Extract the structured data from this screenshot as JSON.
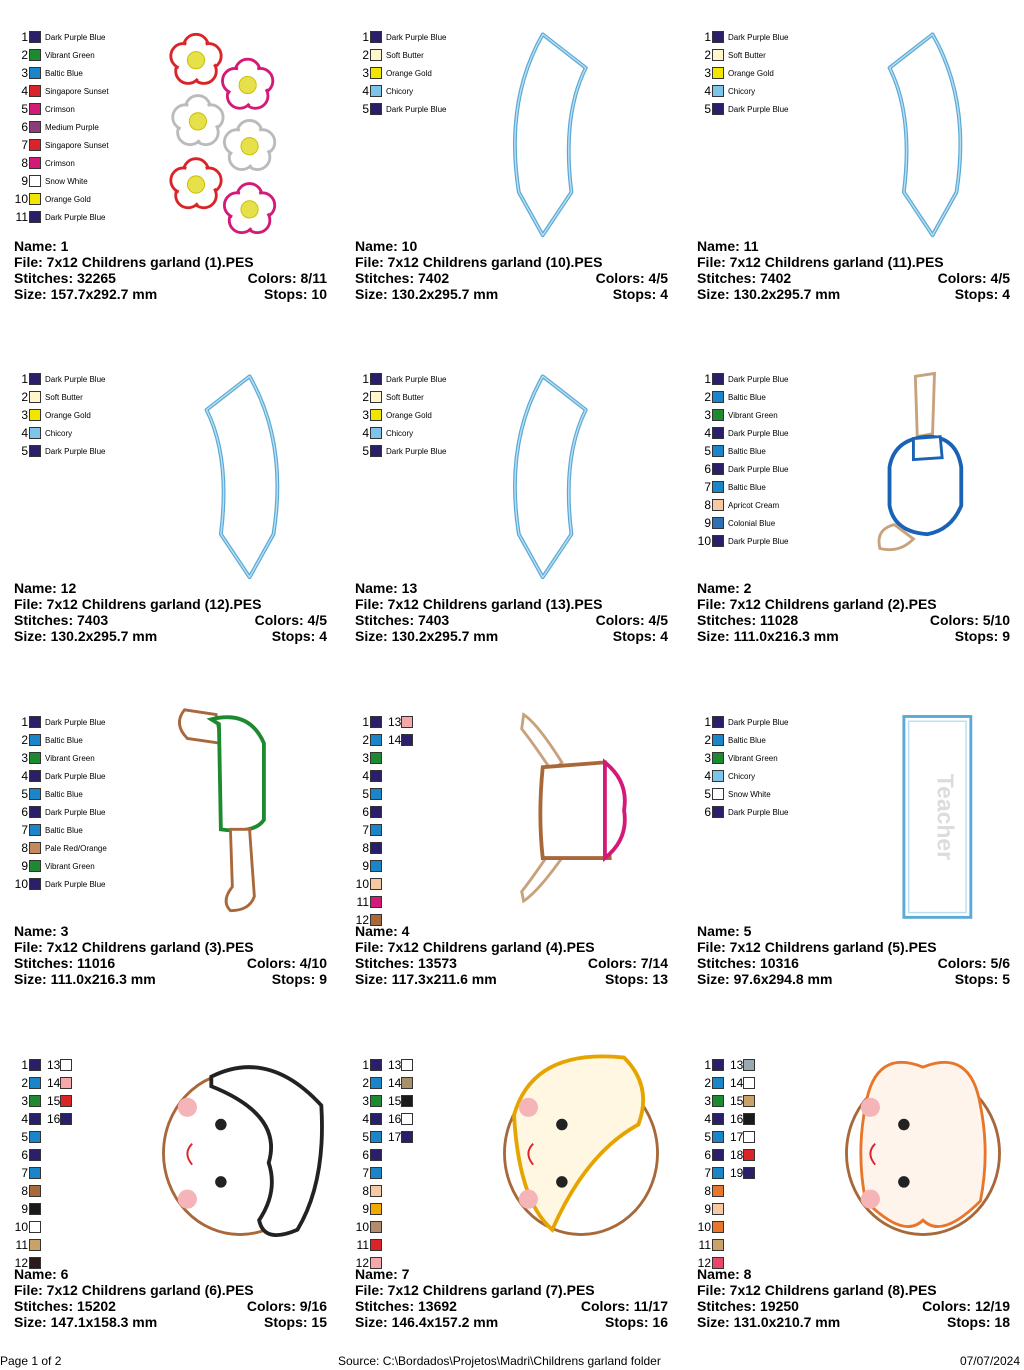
{
  "designs": [
    {
      "name": "1",
      "file": "7x12 Childrens garland (1).PES",
      "stitches": "32265",
      "colors": "8/11",
      "size": "157.7x292.7 mm",
      "stops": "10",
      "art": "flowers",
      "palette": [
        {
          "n": "1",
          "name": "Dark Purple Blue",
          "color": "#2a1f6b"
        },
        {
          "n": "2",
          "name": "Vibrant Green",
          "color": "#1e8a2f"
        },
        {
          "n": "3",
          "name": "Baltic Blue",
          "color": "#1a86c9"
        },
        {
          "n": "4",
          "name": "Singapore Sunset",
          "color": "#d9252a"
        },
        {
          "n": "5",
          "name": "Crimson",
          "color": "#d41a78"
        },
        {
          "n": "6",
          "name": "Medium Purple",
          "color": "#8b3d7a"
        },
        {
          "n": "7",
          "name": "Singapore Sunset",
          "color": "#d9252a"
        },
        {
          "n": "8",
          "name": "Crimson",
          "color": "#d41a78"
        },
        {
          "n": "9",
          "name": "Snow White",
          "color": "#ffffff"
        },
        {
          "n": "10",
          "name": "Orange Gold",
          "color": "#f2e600"
        },
        {
          "n": "11",
          "name": "Dark Purple Blue",
          "color": "#2a1f6b"
        }
      ]
    },
    {
      "name": "10",
      "file": "7x12 Childrens garland (10).PES",
      "stitches": "7402",
      "colors": "4/5",
      "size": "130.2x295.7 mm",
      "stops": "4",
      "art": "arc-left",
      "palette": [
        {
          "n": "1",
          "name": "Dark Purple Blue",
          "color": "#2a1f6b"
        },
        {
          "n": "2",
          "name": "Soft Butter",
          "color": "#fff6cc"
        },
        {
          "n": "3",
          "name": "Orange Gold",
          "color": "#f2e600"
        },
        {
          "n": "4",
          "name": "Chicory",
          "color": "#7cc4ea"
        },
        {
          "n": "5",
          "name": "Dark Purple Blue",
          "color": "#2a1f6b"
        }
      ]
    },
    {
      "name": "11",
      "file": "7x12 Childrens garland (11).PES",
      "stitches": "7402",
      "colors": "4/5",
      "size": "130.2x295.7 mm",
      "stops": "4",
      "art": "arc-right",
      "palette": [
        {
          "n": "1",
          "name": "Dark Purple Blue",
          "color": "#2a1f6b"
        },
        {
          "n": "2",
          "name": "Soft Butter",
          "color": "#fff6cc"
        },
        {
          "n": "3",
          "name": "Orange Gold",
          "color": "#f2e600"
        },
        {
          "n": "4",
          "name": "Chicory",
          "color": "#7cc4ea"
        },
        {
          "n": "5",
          "name": "Dark Purple Blue",
          "color": "#2a1f6b"
        }
      ]
    },
    {
      "name": "12",
      "file": "7x12 Childrens garland (12).PES",
      "stitches": "7403",
      "colors": "4/5",
      "size": "130.2x295.7 mm",
      "stops": "4",
      "art": "arc-right",
      "palette": [
        {
          "n": "1",
          "name": "Dark Purple Blue",
          "color": "#2a1f6b"
        },
        {
          "n": "2",
          "name": "Soft Butter",
          "color": "#fff6cc"
        },
        {
          "n": "3",
          "name": "Orange Gold",
          "color": "#f2e600"
        },
        {
          "n": "4",
          "name": "Chicory",
          "color": "#7cc4ea"
        },
        {
          "n": "5",
          "name": "Dark Purple Blue",
          "color": "#2a1f6b"
        }
      ]
    },
    {
      "name": "13",
      "file": "7x12 Childrens garland (13).PES",
      "stitches": "7403",
      "colors": "4/5",
      "size": "130.2x295.7 mm",
      "stops": "4",
      "art": "arc-left",
      "palette": [
        {
          "n": "1",
          "name": "Dark Purple Blue",
          "color": "#2a1f6b"
        },
        {
          "n": "2",
          "name": "Soft Butter",
          "color": "#fff6cc"
        },
        {
          "n": "3",
          "name": "Orange Gold",
          "color": "#f2e600"
        },
        {
          "n": "4",
          "name": "Chicory",
          "color": "#7cc4ea"
        },
        {
          "n": "5",
          "name": "Dark Purple Blue",
          "color": "#2a1f6b"
        }
      ]
    },
    {
      "name": "2",
      "file": "7x12 Childrens garland (2).PES",
      "stitches": "11028",
      "colors": "5/10",
      "size": "111.0x216.3 mm",
      "stops": "9",
      "art": "body-blue",
      "palette": [
        {
          "n": "1",
          "name": "Dark Purple Blue",
          "color": "#2a1f6b"
        },
        {
          "n": "2",
          "name": "Baltic Blue",
          "color": "#1a86c9"
        },
        {
          "n": "3",
          "name": "Vibrant Green",
          "color": "#1e8a2f"
        },
        {
          "n": "4",
          "name": "Dark Purple Blue",
          "color": "#2a1f6b"
        },
        {
          "n": "5",
          "name": "Baltic Blue",
          "color": "#1a86c9"
        },
        {
          "n": "6",
          "name": "Dark Purple Blue",
          "color": "#2a1f6b"
        },
        {
          "n": "7",
          "name": "Baltic Blue",
          "color": "#1a86c9"
        },
        {
          "n": "8",
          "name": "Apricot Cream",
          "color": "#f6c9a3"
        },
        {
          "n": "9",
          "name": "Colonial Blue",
          "color": "#2f6fb3"
        },
        {
          "n": "10",
          "name": "Dark Purple Blue",
          "color": "#2a1f6b"
        }
      ]
    },
    {
      "name": "3",
      "file": "7x12 Childrens garland (3).PES",
      "stitches": "11016",
      "colors": "4/10",
      "size": "111.0x216.3 mm",
      "stops": "9",
      "art": "body-green",
      "palette": [
        {
          "n": "1",
          "name": "Dark Purple Blue",
          "color": "#2a1f6b"
        },
        {
          "n": "2",
          "name": "Baltic Blue",
          "color": "#1a86c9"
        },
        {
          "n": "3",
          "name": "Vibrant Green",
          "color": "#1e8a2f"
        },
        {
          "n": "4",
          "name": "Dark Purple Blue",
          "color": "#2a1f6b"
        },
        {
          "n": "5",
          "name": "Baltic Blue",
          "color": "#1a86c9"
        },
        {
          "n": "6",
          "name": "Dark Purple Blue",
          "color": "#2a1f6b"
        },
        {
          "n": "7",
          "name": "Baltic Blue",
          "color": "#1a86c9"
        },
        {
          "n": "8",
          "name": "Pale Red/Orange",
          "color": "#c48a5c"
        },
        {
          "n": "9",
          "name": "Vibrant Green",
          "color": "#1e8a2f"
        },
        {
          "n": "10",
          "name": "Dark Purple Blue",
          "color": "#2a1f6b"
        }
      ]
    },
    {
      "name": "4",
      "file": "7x12 Childrens garland (4).PES",
      "stitches": "13573",
      "colors": "7/14",
      "size": "117.3x211.6 mm",
      "stops": "13",
      "art": "body-dress",
      "palette": [
        {
          "n": "1",
          "color": "#2a1f6b"
        },
        {
          "n": "2",
          "color": "#1a86c9"
        },
        {
          "n": "3",
          "color": "#1e8a2f"
        },
        {
          "n": "4",
          "color": "#2a1f6b"
        },
        {
          "n": "5",
          "color": "#1a86c9"
        },
        {
          "n": "6",
          "color": "#2a1f6b"
        },
        {
          "n": "7",
          "color": "#1a86c9"
        },
        {
          "n": "8",
          "color": "#2a1f6b"
        },
        {
          "n": "9",
          "color": "#1a86c9"
        },
        {
          "n": "10",
          "color": "#f6c9a3"
        },
        {
          "n": "11",
          "color": "#d41a78"
        },
        {
          "n": "12",
          "color": "#a8683a"
        }
      ],
      "palette2": [
        {
          "n": "13",
          "color": "#f4a8a8"
        },
        {
          "n": "14",
          "color": "#2a1f6b"
        }
      ]
    },
    {
      "name": "5",
      "file": "7x12 Childrens garland (5).PES",
      "stitches": "10316",
      "colors": "5/6",
      "size": "97.6x294.8 mm",
      "stops": "5",
      "art": "teacher",
      "teacher_text": "Teacher",
      "palette": [
        {
          "n": "1",
          "name": "Dark Purple Blue",
          "color": "#2a1f6b"
        },
        {
          "n": "2",
          "name": "Baltic Blue",
          "color": "#1a86c9"
        },
        {
          "n": "3",
          "name": "Vibrant Green",
          "color": "#1e8a2f"
        },
        {
          "n": "4",
          "name": "Chicory",
          "color": "#7cc4ea"
        },
        {
          "n": "5",
          "name": "Snow White",
          "color": "#ffffff"
        },
        {
          "n": "6",
          "name": "Dark Purple Blue",
          "color": "#2a1f6b"
        }
      ]
    },
    {
      "name": "6",
      "file": "7x12 Childrens garland (6).PES",
      "stitches": "15202",
      "colors": "9/16",
      "size": "147.1x158.3 mm",
      "stops": "15",
      "art": "face-curly",
      "palette": [
        {
          "n": "1",
          "color": "#2a1f6b"
        },
        {
          "n": "2",
          "color": "#1a86c9"
        },
        {
          "n": "3",
          "color": "#1e8a2f"
        },
        {
          "n": "4",
          "color": "#2a1f6b"
        },
        {
          "n": "5",
          "color": "#1a86c9"
        },
        {
          "n": "6",
          "color": "#2a1f6b"
        },
        {
          "n": "7",
          "color": "#1a86c9"
        },
        {
          "n": "8",
          "color": "#a8683a"
        },
        {
          "n": "9",
          "color": "#1a1a1a"
        },
        {
          "n": "10",
          "color": "#ffffff"
        },
        {
          "n": "11",
          "color": "#c9a26a"
        },
        {
          "n": "12",
          "color": "#2a1a1a"
        }
      ],
      "palette2": [
        {
          "n": "13",
          "color": "#ffffff"
        },
        {
          "n": "14",
          "color": "#f4a8a8"
        },
        {
          "n": "15",
          "color": "#d9252a"
        },
        {
          "n": "16",
          "color": "#2a1f6b"
        }
      ]
    },
    {
      "name": "7",
      "file": "7x12 Childrens garland (7).PES",
      "stitches": "13692",
      "colors": "11/17",
      "size": "146.4x157.2 mm",
      "stops": "16",
      "art": "face-blonde",
      "palette": [
        {
          "n": "1",
          "color": "#2a1f6b"
        },
        {
          "n": "2",
          "color": "#1a86c9"
        },
        {
          "n": "3",
          "color": "#1e8a2f"
        },
        {
          "n": "4",
          "color": "#2a1f6b"
        },
        {
          "n": "5",
          "color": "#1a86c9"
        },
        {
          "n": "6",
          "color": "#2a1f6b"
        },
        {
          "n": "7",
          "color": "#1a86c9"
        },
        {
          "n": "8",
          "color": "#f6c9a3"
        },
        {
          "n": "9",
          "color": "#f2a900"
        },
        {
          "n": "10",
          "color": "#b38b6d"
        },
        {
          "n": "11",
          "color": "#d9252a"
        },
        {
          "n": "12",
          "color": "#f4a8a8"
        }
      ],
      "palette2": [
        {
          "n": "13",
          "color": "#ffffff"
        },
        {
          "n": "14",
          "color": "#a8906a"
        },
        {
          "n": "15",
          "color": "#1a1a1a"
        },
        {
          "n": "16",
          "color": "#ffffff"
        },
        {
          "n": "17",
          "color": "#2a1f6b"
        }
      ]
    },
    {
      "name": "8",
      "file": "7x12 Childrens garland (8).PES",
      "stitches": "19250",
      "colors": "12/19",
      "size": "131.0x210.7 mm",
      "stops": "18",
      "art": "face-pigtails",
      "palette": [
        {
          "n": "1",
          "color": "#2a1f6b"
        },
        {
          "n": "2",
          "color": "#1a86c9"
        },
        {
          "n": "3",
          "color": "#1e8a2f"
        },
        {
          "n": "4",
          "color": "#2a1f6b"
        },
        {
          "n": "5",
          "color": "#1a86c9"
        },
        {
          "n": "6",
          "color": "#2a1f6b"
        },
        {
          "n": "7",
          "color": "#1a86c9"
        },
        {
          "n": "8",
          "color": "#e8762a"
        },
        {
          "n": "9",
          "color": "#f6c9a3"
        },
        {
          "n": "10",
          "color": "#e8762a"
        },
        {
          "n": "11",
          "color": "#c9a26a"
        },
        {
          "n": "12",
          "color": "#e8476a"
        }
      ],
      "palette2": [
        {
          "n": "13",
          "color": "#9aa8b0"
        },
        {
          "n": "14",
          "color": "#ffffff"
        },
        {
          "n": "15",
          "color": "#c9a26a"
        },
        {
          "n": "16",
          "color": "#1a1a1a"
        },
        {
          "n": "17",
          "color": "#ffffff"
        },
        {
          "n": "18",
          "color": "#d9252a"
        },
        {
          "n": "19",
          "color": "#2a1f6b"
        }
      ]
    }
  ],
  "labels": {
    "name": "Name:",
    "file": "File:",
    "stitches": "Stitches:",
    "colors": "Colors:",
    "size": "Size:",
    "stops": "Stops:"
  },
  "footer": {
    "page": "Page 1 of 2",
    "source": "Source: C:\\Bordados\\Projetos\\Madri\\Childrens garland folder",
    "date": "07/07/2024"
  }
}
